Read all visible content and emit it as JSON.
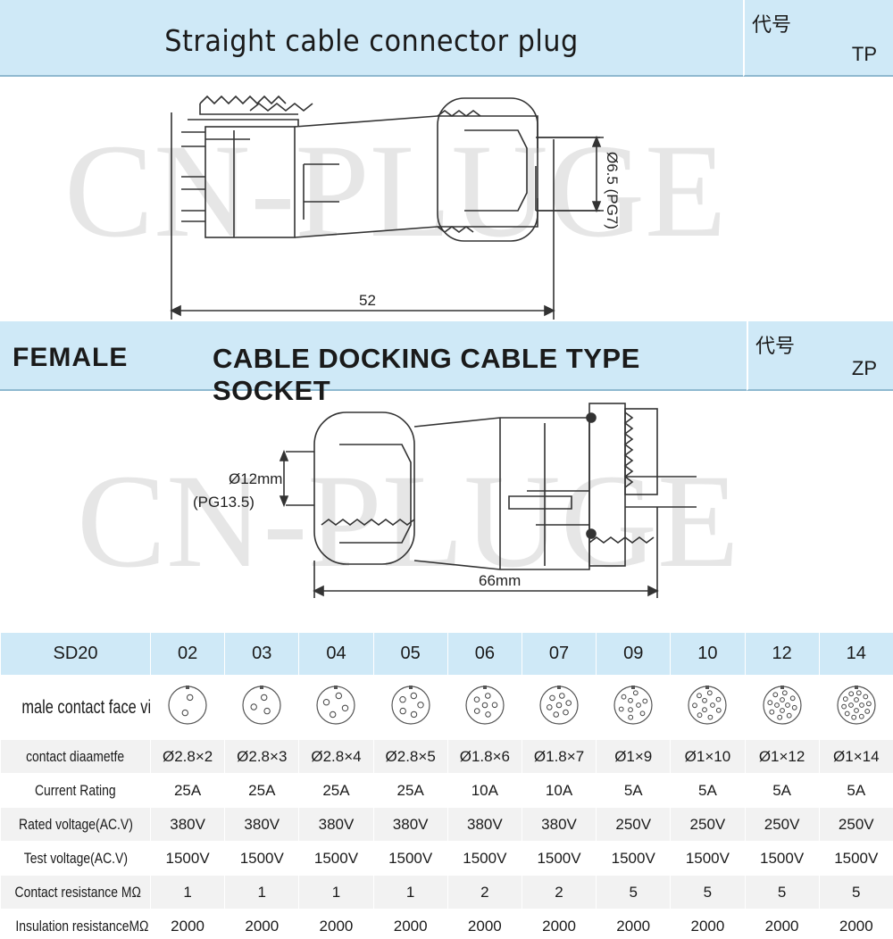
{
  "banner_top": {
    "title": "Straight cable connector plug",
    "code_label": "代号",
    "code_value": "TP"
  },
  "banner_mid": {
    "gender": "FEMALE",
    "title": "CABLE DOCKING CABLE TYPE SOCKET",
    "code_label": "代号",
    "code_value": "ZP"
  },
  "drawing_plug": {
    "watermark": "CN-PLUGE",
    "length_label": "52",
    "cable_label": "Ø6.5 (PG7)"
  },
  "drawing_socket": {
    "watermark": "CN-PLUGE",
    "length_label": "66mm",
    "cable_label": "Ø12mm",
    "cable_sub_label": "(PG13.5)"
  },
  "table": {
    "header_label": "SD20",
    "models": [
      "02",
      "03",
      "04",
      "05",
      "06",
      "07",
      "09",
      "10",
      "12",
      "14"
    ],
    "pin_row_label": "male contact face view",
    "pin_counts": [
      2,
      3,
      4,
      5,
      6,
      7,
      9,
      10,
      12,
      14
    ],
    "rows": [
      {
        "label": "contact diaametfe",
        "values": [
          "Ø2.8×2",
          "Ø2.8×3",
          "Ø2.8×4",
          "Ø2.8×5",
          "Ø1.8×6",
          "Ø1.8×7",
          "Ø1×9",
          "Ø1×10",
          "Ø1×12",
          "Ø1×14"
        ]
      },
      {
        "label": "Current Rating",
        "values": [
          "25A",
          "25A",
          "25A",
          "25A",
          "10A",
          "10A",
          "5A",
          "5A",
          "5A",
          "5A"
        ]
      },
      {
        "label": "Rated voltage(AC.V)",
        "values": [
          "380V",
          "380V",
          "380V",
          "380V",
          "380V",
          "380V",
          "250V",
          "250V",
          "250V",
          "250V"
        ]
      },
      {
        "label": "Test voltage(AC.V)",
        "values": [
          "1500V",
          "1500V",
          "1500V",
          "1500V",
          "1500V",
          "1500V",
          "1500V",
          "1500V",
          "1500V",
          "1500V"
        ]
      },
      {
        "label": "Contact resistance MΩ",
        "values": [
          "1",
          "1",
          "1",
          "1",
          "2",
          "2",
          "5",
          "5",
          "5",
          "5"
        ]
      },
      {
        "label": "Insulation resistanceMΩ",
        "values": [
          "2000",
          "2000",
          "2000",
          "2000",
          "2000",
          "2000",
          "2000",
          "2000",
          "2000",
          "2000"
        ]
      }
    ]
  },
  "colors": {
    "banner_bg": "#cfe9f7",
    "line": "#333333",
    "watermark": "#b9b9b9"
  }
}
